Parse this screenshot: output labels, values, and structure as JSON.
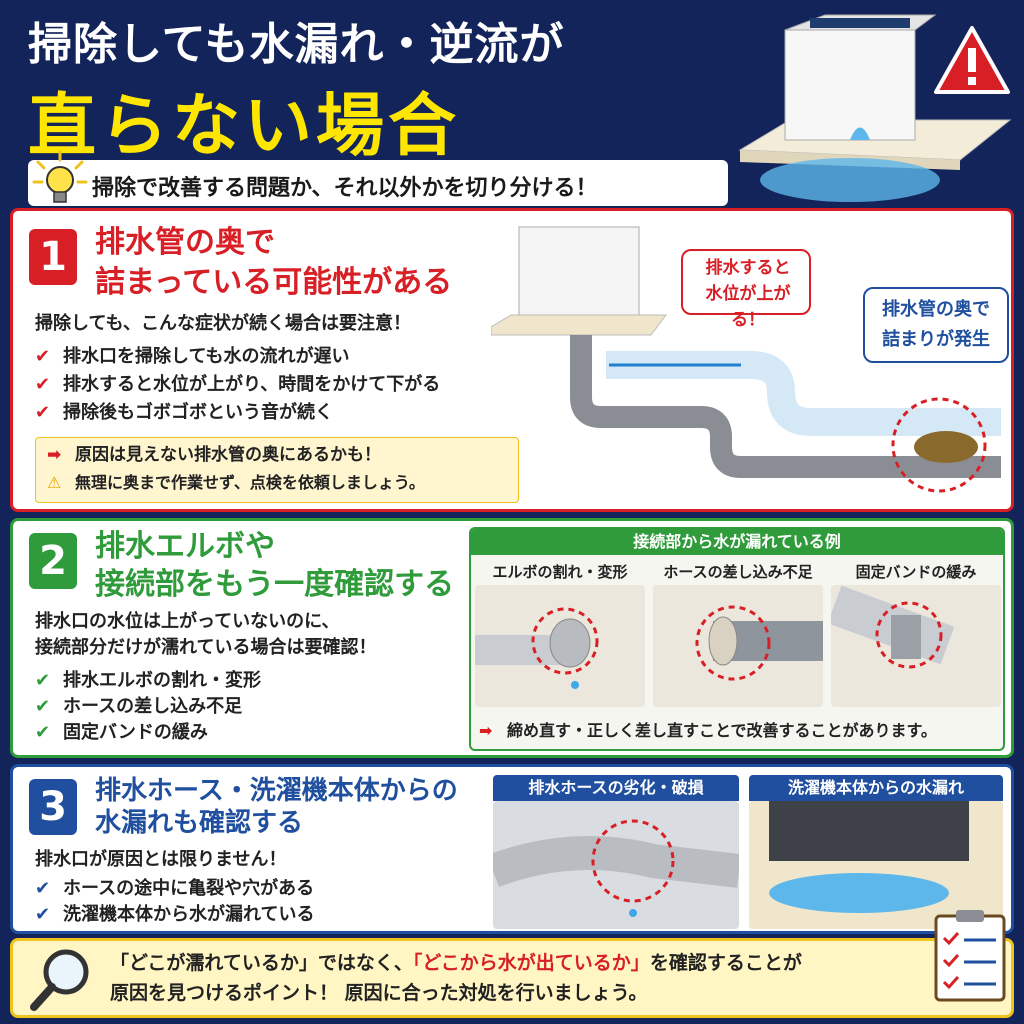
{
  "header": {
    "title_line1": "掃除しても水漏れ・逆流が",
    "title_line2": "直らない場合",
    "subtitle": "掃除で改善する問題か、それ以外かを切り分ける！"
  },
  "section1": {
    "number": "1",
    "title_line1": "排水管の奥で",
    "title_line2": "詰まっている可能性がある",
    "description": "掃除しても、こんな症状が続く場合は要注意！",
    "checks": [
      "排水口を掃除しても水の流れが遅い",
      "排水すると水位が上がり、時間をかけて下がる",
      "掃除後もゴボゴボという音が続く"
    ],
    "cause_note": "原因は見えない排水管の奥にあるかも！",
    "warning_note": "無理に奥まで作業せず、点検を依頼しましょう。",
    "bubble_left_line1": "排水すると",
    "bubble_left_line2": "水位が上がる！",
    "bubble_right_line1": "排水管の奥で",
    "bubble_right_line2": "詰まりが発生"
  },
  "section2": {
    "number": "2",
    "title_line1": "排水エルボや",
    "title_line2": "接続部をもう一度確認する",
    "description_line1": "排水口の水位は上がっていないのに、",
    "description_line2": "接続部分だけが濡れている場合は要確認！",
    "checks": [
      "排水エルボの割れ・変形",
      "ホースの差し込み不足",
      "固定バンドの緩み"
    ],
    "examples_header": "接続部から水が漏れている例",
    "examples": [
      "エルボの割れ・変形",
      "ホースの差し込み不足",
      "固定バンドの緩み"
    ],
    "fix_note": "締め直す・正しく差し直すことで改善することがあります。"
  },
  "section3": {
    "number": "3",
    "title_line1": "排水ホース・洗濯機本体からの",
    "title_line2": "水漏れも確認する",
    "description": "排水口が原因とは限りません！",
    "checks": [
      "ホースの途中に亀裂や穴がある",
      "洗濯機本体から水が漏れている"
    ],
    "photo1_label": "排水ホースの劣化・破損",
    "photo2_label": "洗濯機本体からの水漏れ"
  },
  "footer": {
    "part1": "「どこが濡れているか」ではなく、",
    "part2_highlight": "「どこから水が出ているか」",
    "part3": "を確認することが",
    "line2": "原因を見つけるポイント！ 原因に合った対処を行いましょう。"
  },
  "colors": {
    "navy": "#13245a",
    "yellow": "#ffe600",
    "red": "#d81f26",
    "green": "#2f9b3a",
    "blue": "#1f4f9e"
  }
}
